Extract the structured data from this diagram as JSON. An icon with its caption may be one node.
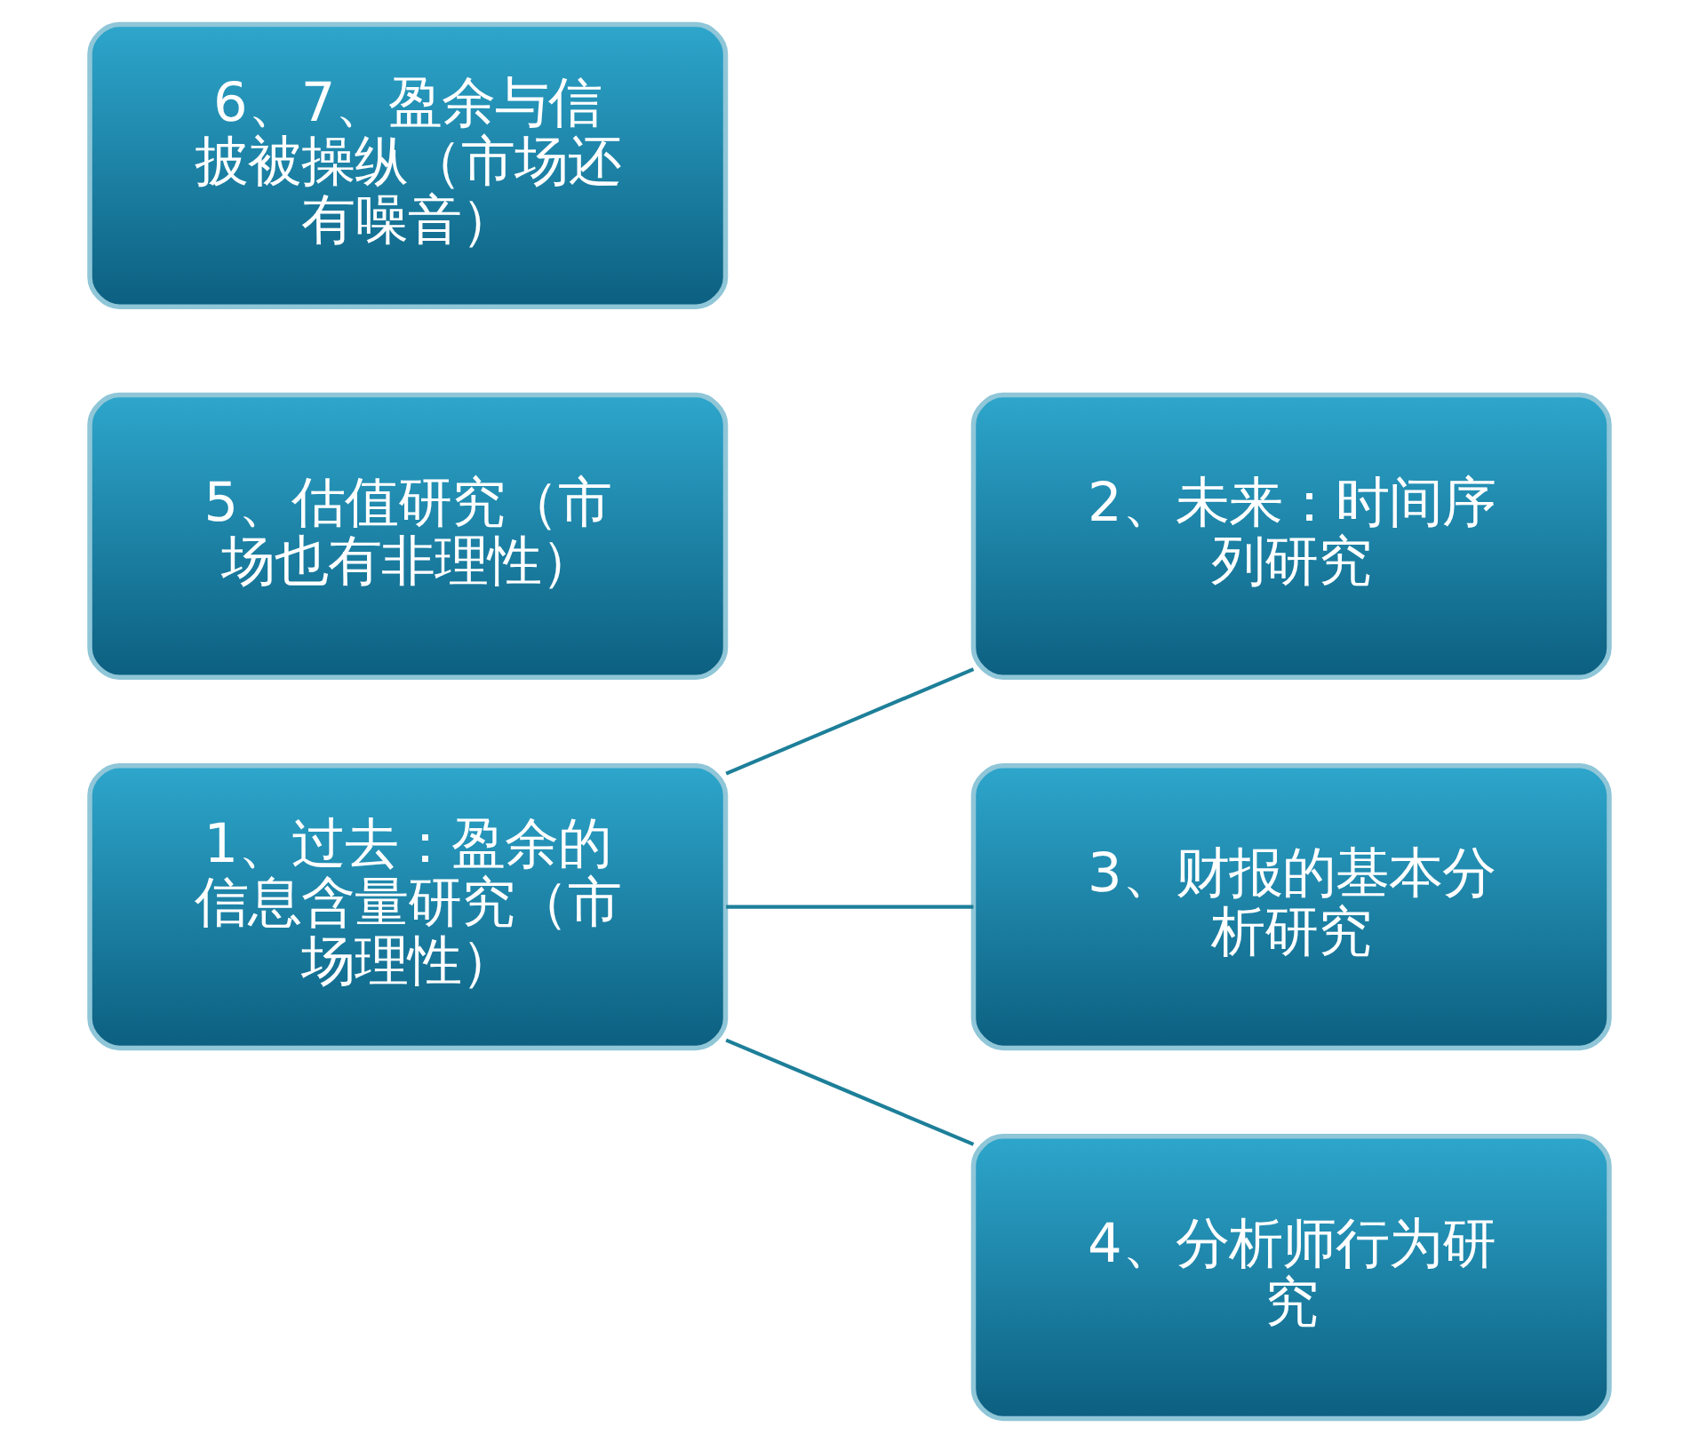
{
  "diagram": {
    "nodes": [
      {
        "text": [
          "1、过去：盈余的信息含量研究（市场理性）"
        ]
      },
      {
        "text": [
          "2、未来：时间序列研究"
        ]
      },
      {
        "text": [
          "3、财报的基本分析研究"
        ]
      },
      {
        "text": [
          "4、分析师行为研究"
        ]
      },
      {
        "text": [
          "5、估值研究（市场也有非理性）"
        ]
      },
      {
        "text": [
          "6、7、盈余与信披被操纵（市场还有噪音）"
        ]
      }
    ],
    "edges": [
      {
        "from": 0,
        "to": 1,
        "arrow": "none"
      },
      {
        "from": 0,
        "to": 2,
        "arrow": "none"
      },
      {
        "from": 0,
        "to": 3,
        "arrow": "none"
      }
    ]
  }
}
